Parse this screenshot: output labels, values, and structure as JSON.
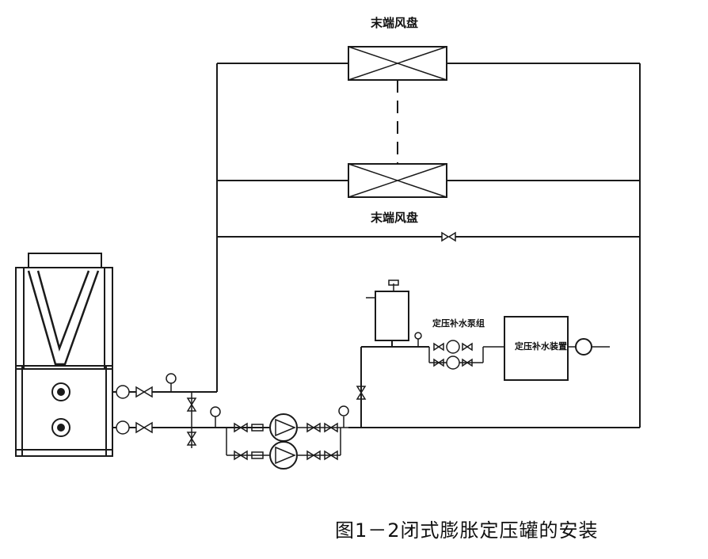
{
  "labels": {
    "terminal_top": "末端风盘",
    "terminal_bottom": "末端风盘",
    "pump_group": "定压补水泵组",
    "control_box": "定压补水装置",
    "caption": "图1－2闭式膨胀定压罐的安装"
  },
  "colors": {
    "line": "#1a1a1a",
    "background": "#ffffff"
  }
}
